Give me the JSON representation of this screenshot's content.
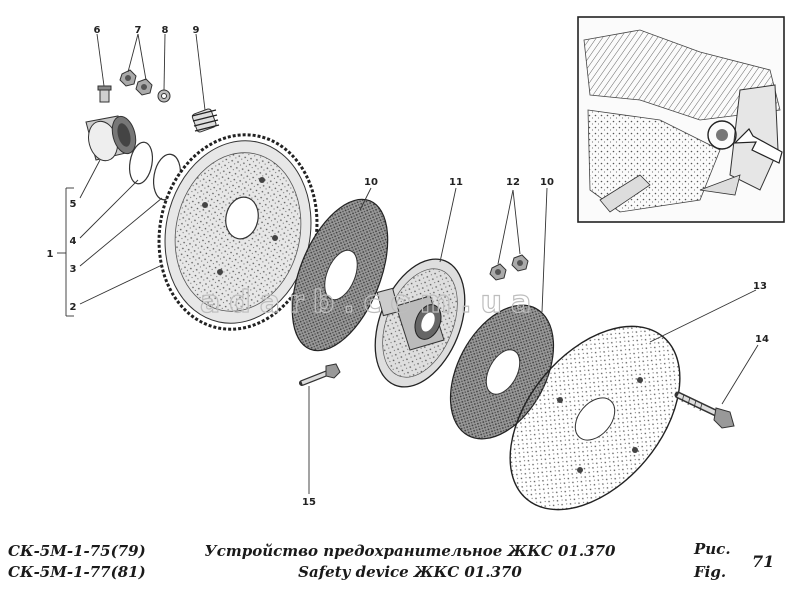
{
  "callouts": [
    {
      "id": "c6",
      "text": "6"
    },
    {
      "id": "c7",
      "text": "7"
    },
    {
      "id": "c8",
      "text": "8"
    },
    {
      "id": "c9",
      "text": "9"
    },
    {
      "id": "c5",
      "text": "5"
    },
    {
      "id": "c4",
      "text": "4"
    },
    {
      "id": "c3",
      "text": "3"
    },
    {
      "id": "c2",
      "text": "2"
    },
    {
      "id": "c1",
      "text": "1"
    },
    {
      "id": "c10a",
      "text": "10"
    },
    {
      "id": "c11",
      "text": "11"
    },
    {
      "id": "c12",
      "text": "12"
    },
    {
      "id": "c10b",
      "text": "10"
    },
    {
      "id": "c13",
      "text": "13"
    },
    {
      "id": "c14",
      "text": "14"
    },
    {
      "id": "c15",
      "text": "15"
    }
  ],
  "watermark": "adarb.com.ua",
  "footer": {
    "model_line_1": "СК-5М-1-75(79)",
    "model_line_2": "СК-5М-1-77(81)",
    "title_ru": "Устройство предохранительное ЖКС 01.370",
    "title_en": "Safety device ЖКС 01.370",
    "fig_ru": "Рис.",
    "fig_en": "Fig.",
    "fig_number": "71"
  }
}
